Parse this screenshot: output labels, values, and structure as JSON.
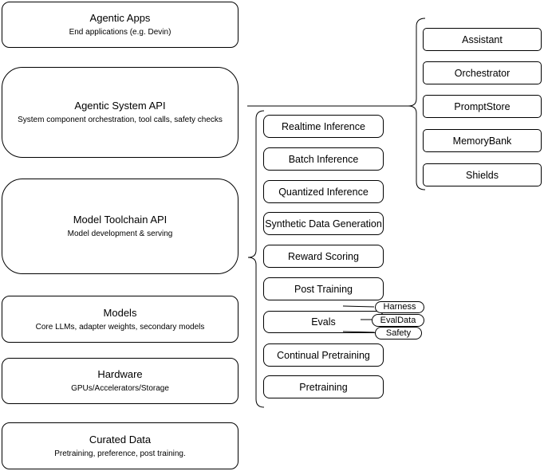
{
  "diagram": {
    "left_stack": [
      {
        "title": "Agentic Apps",
        "subtitle": "End applications (e.g. Devin)"
      },
      {
        "title": "Agentic System API",
        "subtitle": "System component orchestration, tool calls, safety checks"
      },
      {
        "title": "Model Toolchain API",
        "subtitle": "Model development & serving"
      },
      {
        "title": "Models",
        "subtitle": "Core LLMs, adapter weights, secondary models"
      },
      {
        "title": "Hardware",
        "subtitle": "GPUs/Accelerators/Storage"
      },
      {
        "title": "Curated Data",
        "subtitle": "Pretraining, preference, post training."
      }
    ],
    "toolchain_apis": [
      "Realtime Inference",
      "Batch Inference",
      "Quantized Inference",
      "Synthetic Data Generation",
      "Reward Scoring",
      "Post Training",
      "Evals",
      "Continual Pretraining",
      "Pretraining"
    ],
    "eval_components": [
      "Harness",
      "EvalData",
      "Safety"
    ],
    "system_components": [
      "Assistant",
      "Orchestrator",
      "PromptStore",
      "MemoryBank",
      "Shields"
    ],
    "colors": {
      "stroke": "#000000",
      "fill": "#ffffff",
      "background": "#ffffff"
    }
  }
}
